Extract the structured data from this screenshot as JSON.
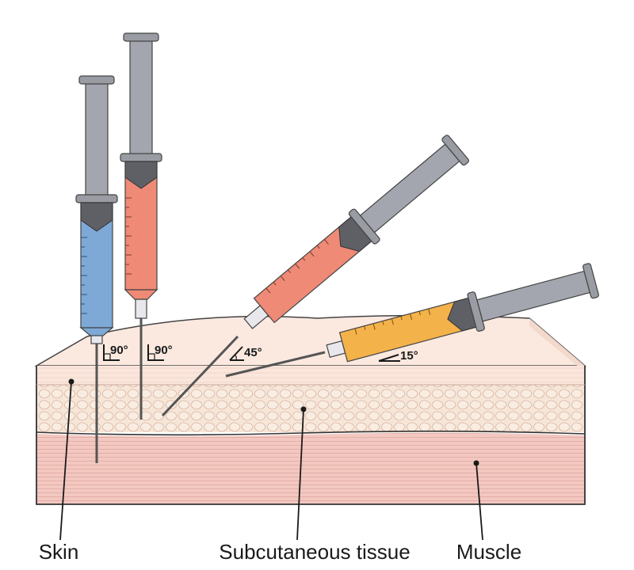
{
  "angles": {
    "intradermal": "15°",
    "subcutaneous_45": "45°",
    "subcutaneous_90": "90°",
    "intramuscular_90": "90°"
  },
  "labels": {
    "skin": "Skin",
    "subcutaneous": "Subcutaneous tissue",
    "muscle": "Muscle"
  },
  "colors": {
    "skin": "#f7ddd0",
    "subcutaneous": "#f5e4d6",
    "muscle": "#f2c6c0",
    "fluid_blue": "#7ea9d6",
    "fluid_salmon": "#ee8a76",
    "fluid_amber": "#f3b24a",
    "barrel_gray": "#9a9ca4"
  }
}
